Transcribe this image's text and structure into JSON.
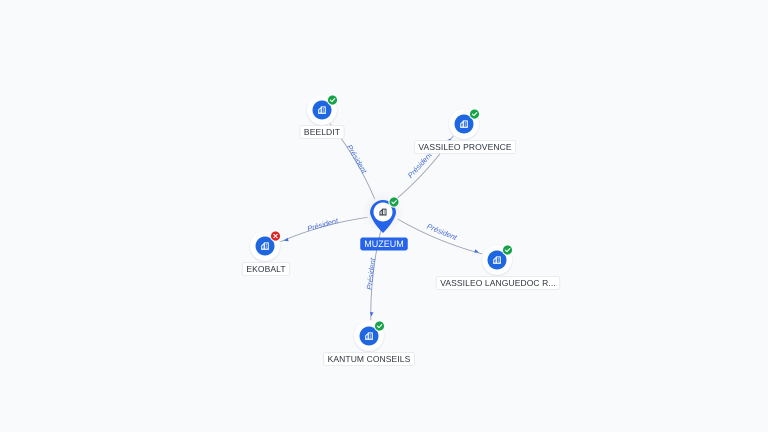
{
  "colors": {
    "brand": "#2563eb",
    "node_icon_bg": "#1f67e0",
    "active_badge": "#17a34a",
    "inactive_badge": "#dc2626",
    "edge_label": "#4a6fd6",
    "background": "#f9fafc"
  },
  "center": {
    "name": "MUZEUM",
    "icon": "building-icon",
    "status": "active"
  },
  "nodes": [
    {
      "id": "beeldit",
      "name": "BEELDIT",
      "status": "active",
      "relation": "Président",
      "icon": "building-icon"
    },
    {
      "id": "vassileo-provence",
      "name": "VASSILEO PROVENCE",
      "status": "active",
      "relation": "Président",
      "icon": "building-icon"
    },
    {
      "id": "ekobalt",
      "name": "EKOBALT",
      "status": "inactive",
      "relation": "Président",
      "icon": "building-icon"
    },
    {
      "id": "vassileo-languedoc",
      "name": "VASSILEO LANGUEDOC R...",
      "status": "active",
      "relation": "Président",
      "icon": "building-icon"
    },
    {
      "id": "kantum-conseils",
      "name": "KANTUM CONSEILS",
      "status": "active",
      "relation": "Président",
      "icon": "building-icon"
    }
  ]
}
